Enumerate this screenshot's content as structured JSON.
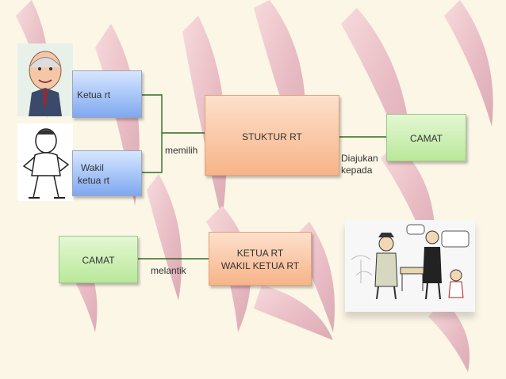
{
  "nodes": {
    "ketua_rt": "Ketua rt",
    "wakil_line1": "Wakil",
    "wakil_line2": "ketua rt",
    "struktur": "STUKTUR RT",
    "camat_right": "CAMAT",
    "camat_left": "CAMAT",
    "ketua_line1": "KETUA RT",
    "ketua_line2": "WAKIL KETUA RT"
  },
  "edges": {
    "memilih": "memilih",
    "diajukan_line1": "Diajukan",
    "diajukan_line2": "kepada",
    "melantik": "melantik"
  },
  "colors": {
    "background": "#fbf6e6",
    "connector": "#2f6b1f",
    "feather_pink": "#d98aa7"
  }
}
